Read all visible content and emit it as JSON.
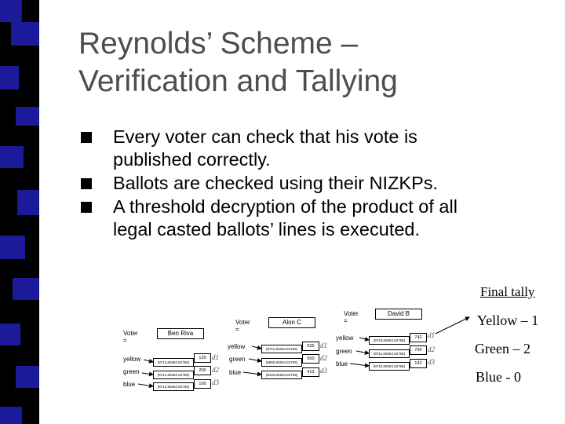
{
  "slide": {
    "title_line1": "Reynolds’ Scheme –",
    "title_line2": "Verification and Tallying",
    "bullets": [
      {
        "line1": "Every voter can check that his vote is",
        "line2": "published correctly."
      },
      {
        "line1": "Ballots are checked using their NIZKPs.",
        "line2": ""
      },
      {
        "line1": "A threshold decryption of the product of all",
        "line2": "legal casted ballots’ lines is executed."
      }
    ]
  },
  "tally": {
    "heading": "Final tally",
    "items": [
      "Yellow – 1",
      "Green – 2",
      "Blue - 0"
    ]
  },
  "ballots": [
    {
      "voter_label": "Voter =",
      "voter_name": "Ben Riva",
      "rows": [
        {
          "label": "yellow",
          "cipher": "(8713,82654,52765)",
          "num": "125",
          "d": "d1"
        },
        {
          "label": "green",
          "cipher": "(8714,82654,52765)",
          "num": "200",
          "d": "d2"
        },
        {
          "label": "blue",
          "cipher": "(8712,82654,52765)",
          "num": "100",
          "d": "d3"
        }
      ]
    },
    {
      "voter_label": "Voter =",
      "voter_name": "Alon C",
      "rows": [
        {
          "label": "yellow",
          "cipher": "(8711,82654,52765)",
          "num": "625",
          "d": "d1"
        },
        {
          "label": "green",
          "cipher": "(8890,82654,52765)",
          "num": "500",
          "d": "d2"
        },
        {
          "label": "blue",
          "cipher": "(8433,82654,52765)",
          "num": "413",
          "d": "d3"
        }
      ]
    },
    {
      "voter_label": "Voter =",
      "voter_name": "David B",
      "rows": [
        {
          "label": "yellow",
          "cipher": "(8743,82654,52765)",
          "num": "742",
          "d": "d1"
        },
        {
          "label": "green",
          "cipher": "(8711,82654,52765)",
          "num": "734",
          "d": "d2"
        },
        {
          "label": "blue",
          "cipher": "(8742,82654,52765)",
          "num": "142",
          "d": "d3"
        }
      ]
    }
  ]
}
